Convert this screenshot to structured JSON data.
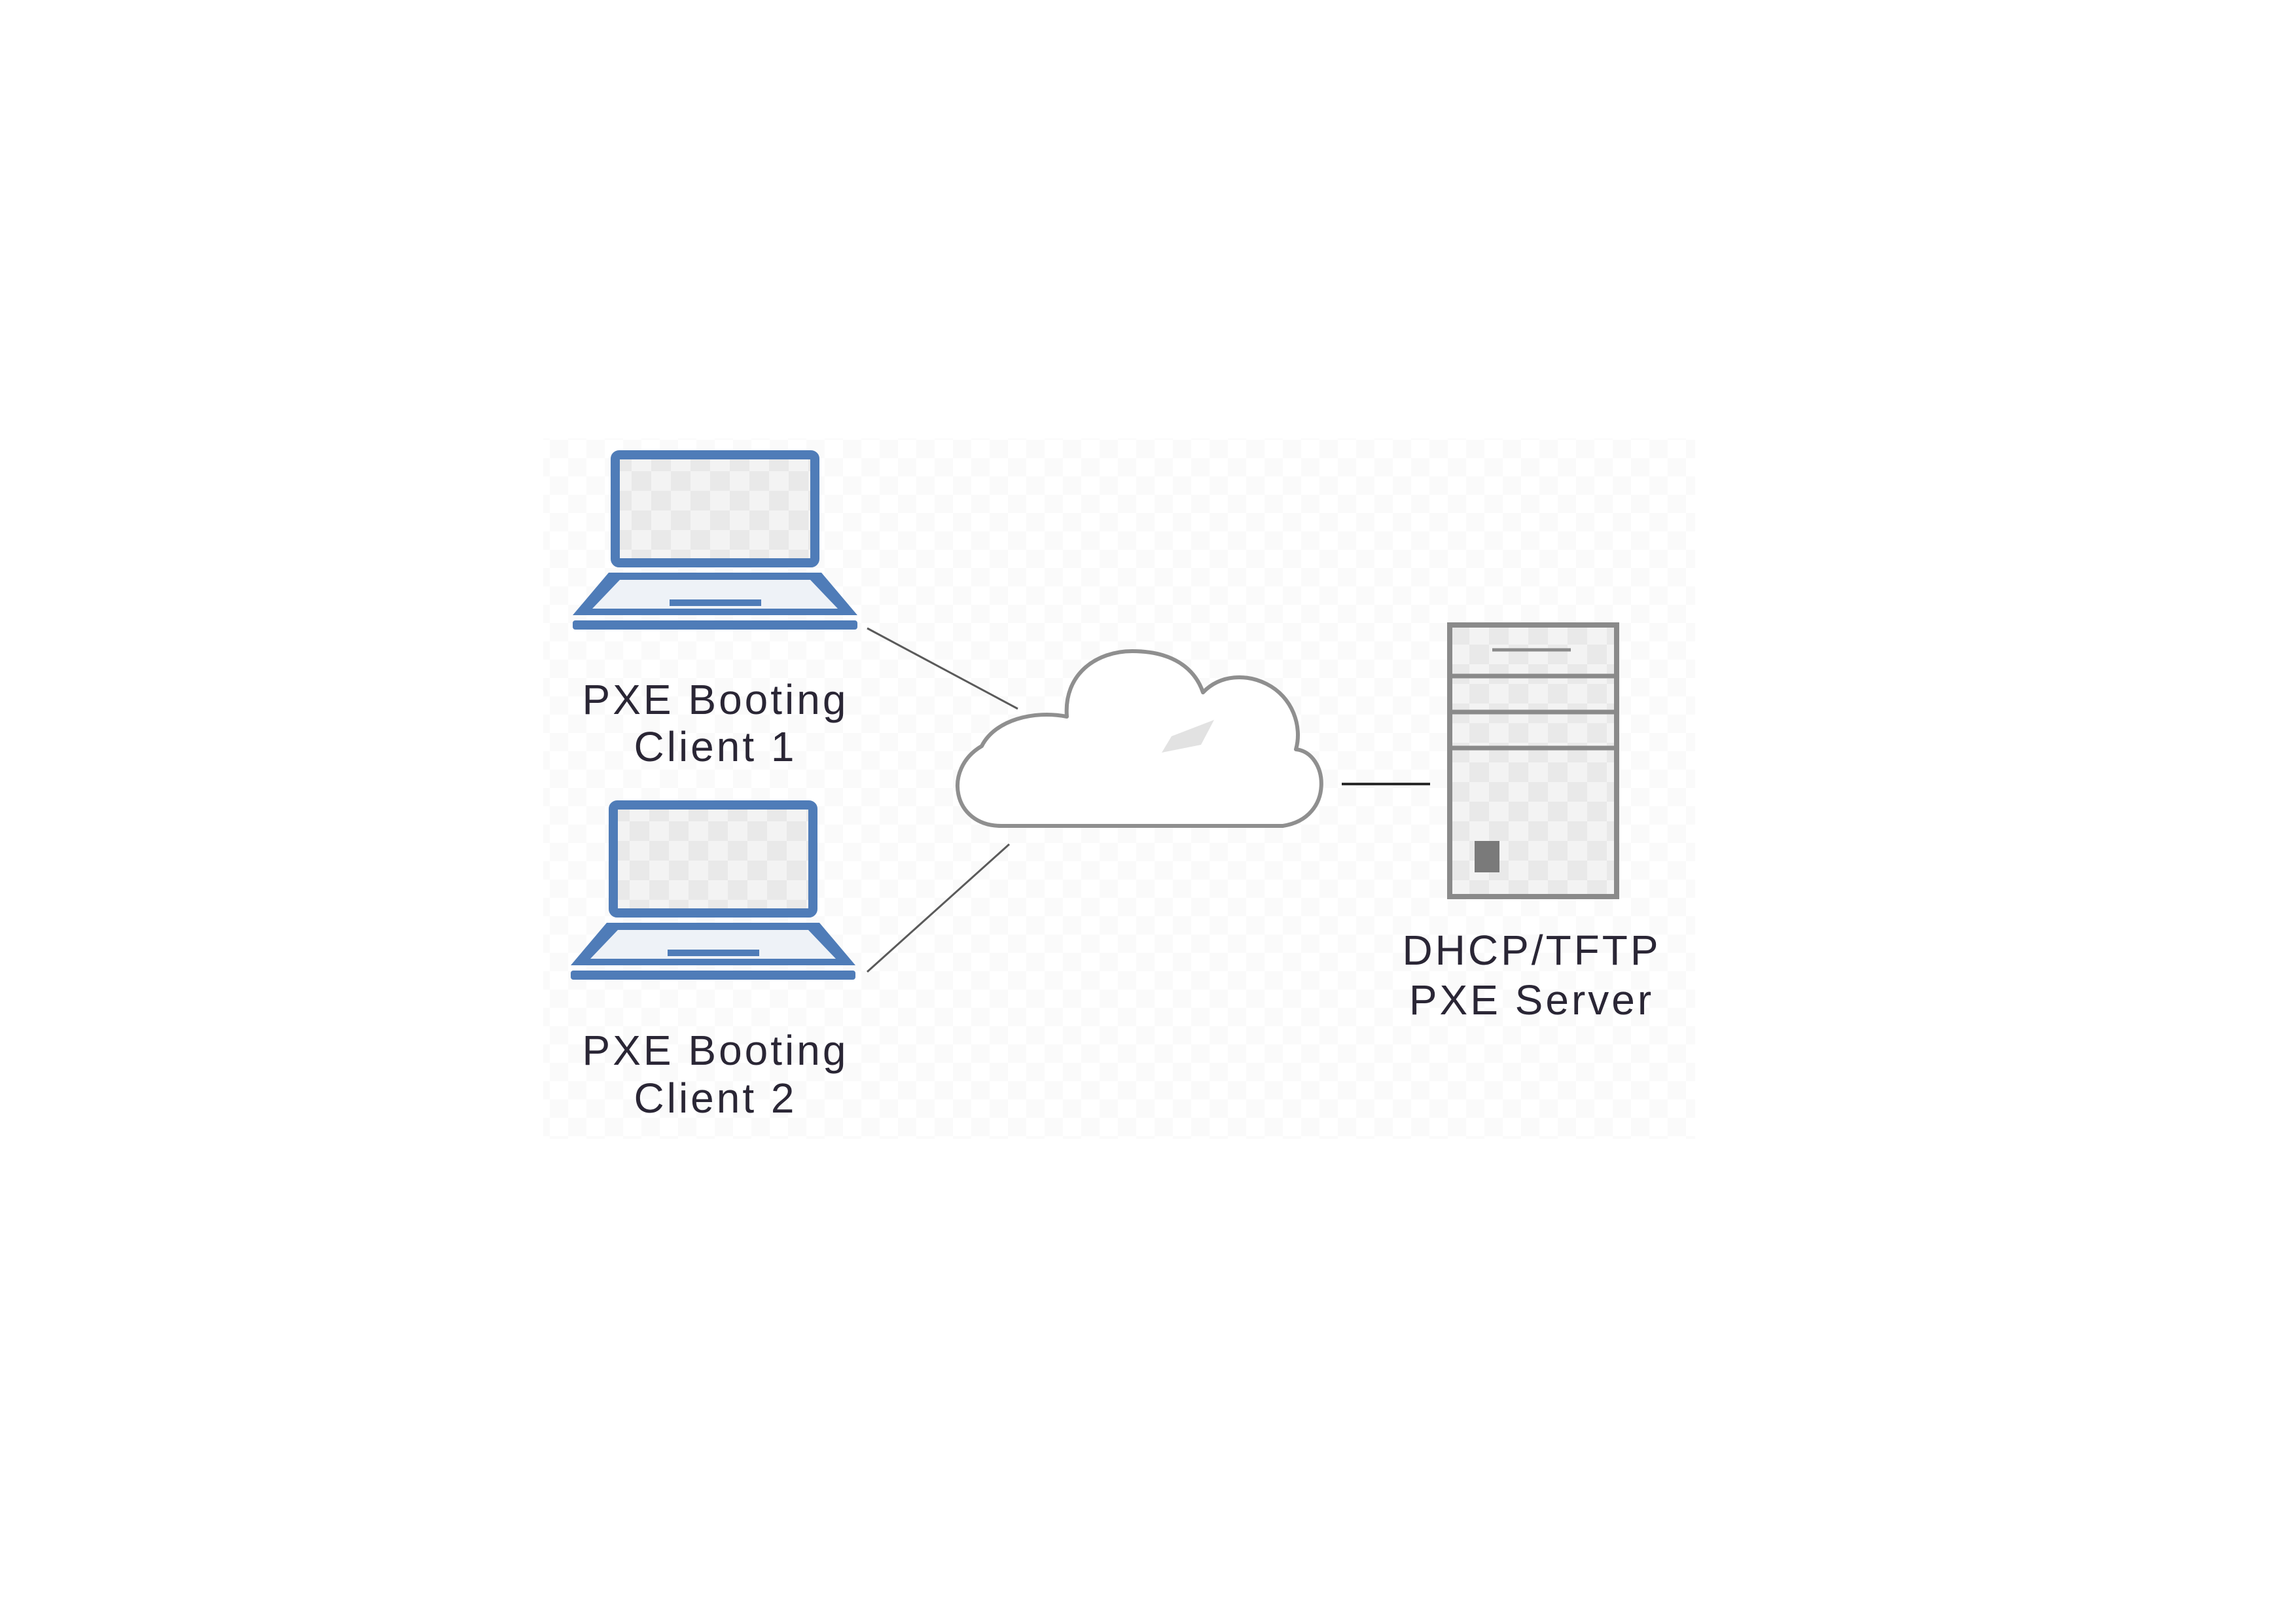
{
  "nodes": {
    "client_1": {
      "icon": "laptop-icon",
      "label_line_1": "PXE Booting",
      "label_line_2": "Client 1"
    },
    "client_2": {
      "icon": "laptop-icon",
      "label_line_1": "PXE Booting",
      "label_line_2": "Client 2"
    },
    "network": {
      "icon": "cloud-icon"
    },
    "server": {
      "icon": "server-tower-icon",
      "label_line_1": "DHCP/TFTP",
      "label_line_2": "PXE Server"
    }
  },
  "edges": [
    {
      "from": "client_1",
      "to": "network"
    },
    {
      "from": "client_2",
      "to": "network"
    },
    {
      "from": "network",
      "to": "server"
    }
  ],
  "colors": {
    "laptop_blue": "#4f7cb8",
    "screen_fill": "#eef2f7",
    "cloud_stroke": "#8f8f8f",
    "server_stroke": "#8a8a8a",
    "connector_line": "#5a5a5a",
    "label_text": "#2a2635"
  }
}
